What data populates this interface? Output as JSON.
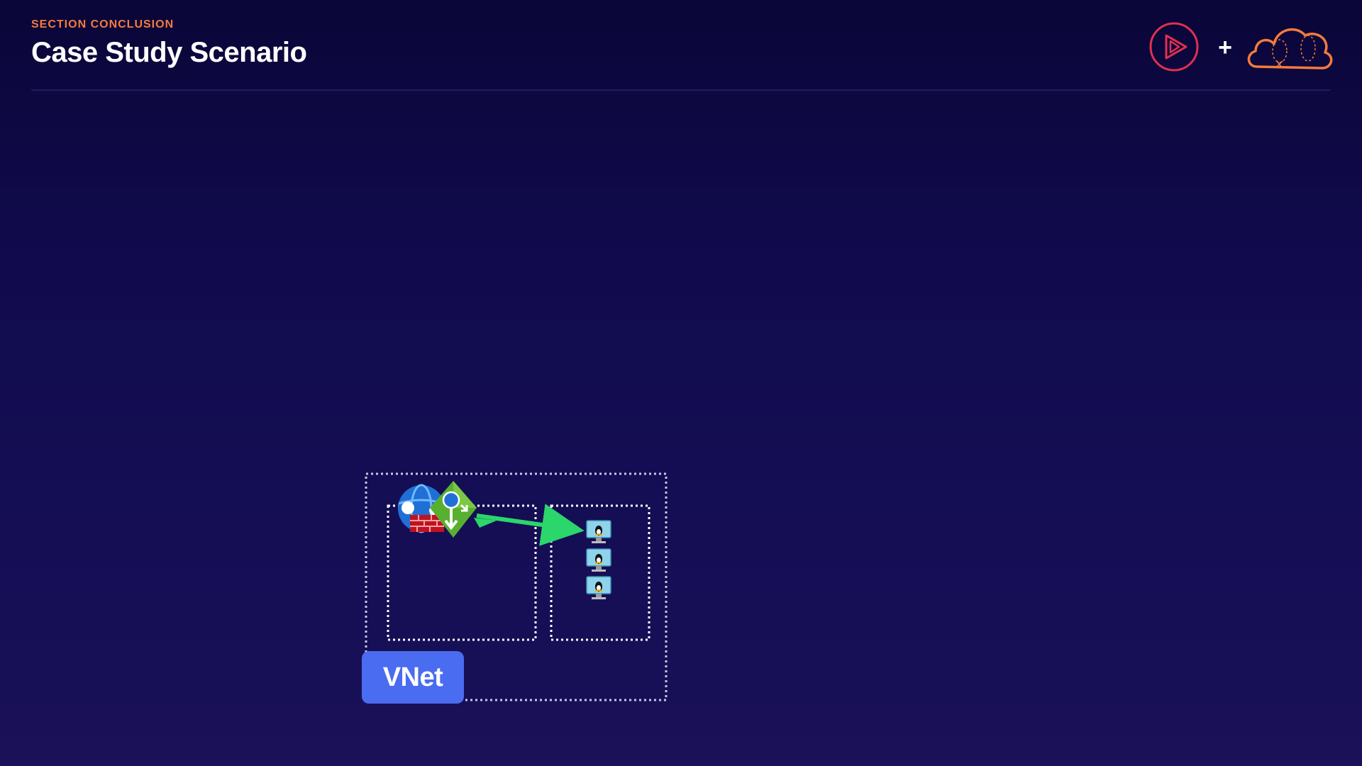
{
  "header": {
    "eyebrow": "SECTION CONCLUSION",
    "title": "Case Study Scenario"
  },
  "logos": {
    "plus": "+",
    "left_logo": "play-circle-icon",
    "right_logo": "cloud-icon",
    "colors": {
      "play": "#e0304e",
      "cloud": "#f47b3c"
    }
  },
  "diagram": {
    "vnet_label": "VNet",
    "components": [
      "firewall-icon",
      "app-gateway-icon",
      "linux-vm-icon",
      "linux-vm-icon",
      "linux-vm-icon"
    ],
    "colors": {
      "background_top": "#0a0638",
      "background_bottom": "#1a1158",
      "arrow": "#2bd66a",
      "vnet_badge": "#4a6cf0",
      "boundary": "#ffffff"
    }
  }
}
